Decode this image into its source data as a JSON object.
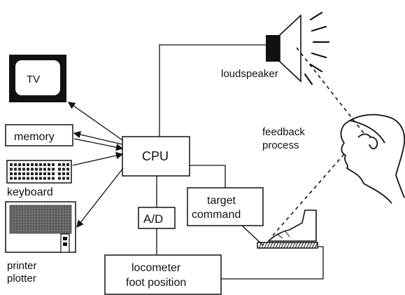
{
  "labels": {
    "tv": "TV",
    "memory": "memory",
    "keyboard": "keyboard",
    "printer_line1": "printer",
    "printer_line2": "plotter",
    "cpu": "CPU",
    "ad": "A/D",
    "target_line1": "target",
    "target_line2": "command",
    "locometer_line1": "locometer",
    "locometer_line2": "foot position",
    "loudspeaker": "loudspeaker",
    "feedback_line1": "feedback",
    "feedback_line2": "process"
  },
  "colors": {
    "ink": "#111111",
    "paper": "#ffffff"
  }
}
